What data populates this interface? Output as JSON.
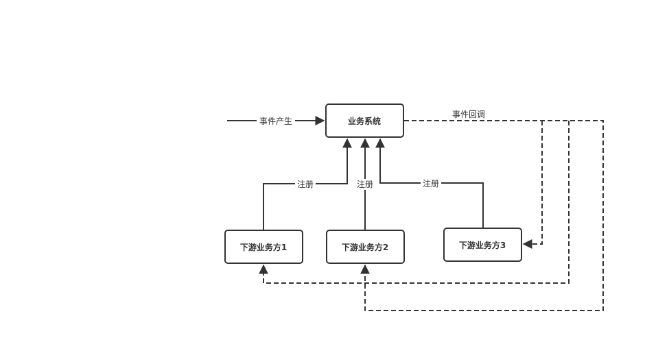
{
  "nodes": {
    "business_system": "业务系统",
    "downstream_1": "下游业务方1",
    "downstream_2": "下游业务方2",
    "downstream_3": "下游业务方3"
  },
  "edges": {
    "event_produce": "事件产生",
    "event_callback": "事件回调",
    "register_1": "注册",
    "register_2": "注册",
    "register_3": "注册"
  },
  "colors": {
    "stroke": "#333333",
    "background": "#ffffff"
  }
}
